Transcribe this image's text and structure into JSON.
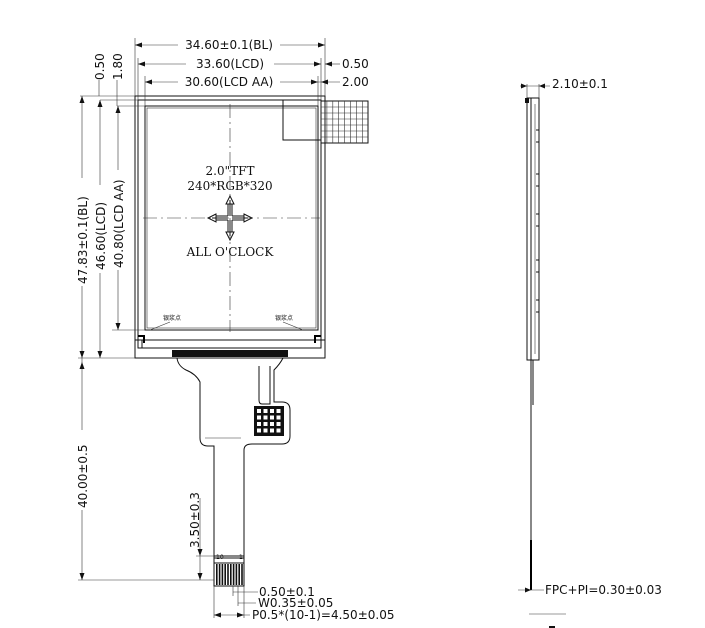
{
  "dimensions": {
    "bl_width": "34.60±0.1(BL)",
    "lcd_width": "33.60(LCD)",
    "aa_width": "30.60(LCD AA)",
    "offset_top": "0.50",
    "offset_top2": "1.80",
    "right_offset_1": "0.50",
    "right_offset_2": "2.00",
    "bl_height": "47.83±0.1(BL)",
    "lcd_height": "46.60(LCD)",
    "aa_height": "40.80(LCD AA)",
    "fpc_length": "40.00±0.5",
    "stiffener_length": "3.50±0.3",
    "thickness": "2.10±0.1",
    "pin_offset": "0.50±0.1",
    "pin_width": "W0.35±0.05",
    "pin_pitch": "P0.5*(10-1)=4.50±0.05",
    "fpc_thickness": "FPC+PI=0.30±0.03"
  },
  "panel": {
    "size": "2.0\"TFT",
    "resolution": "240*RGB*320",
    "view": "ALL O'CLOCK",
    "mark_left": "银浆点",
    "mark_right": "银浆点"
  },
  "pins": {
    "first": "10",
    "last": "1"
  }
}
